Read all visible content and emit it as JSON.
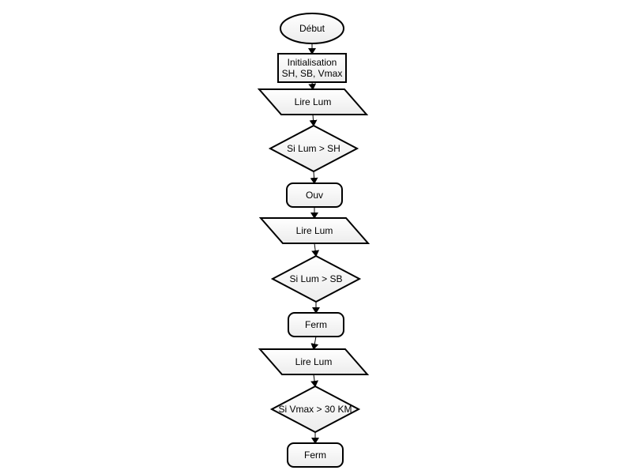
{
  "diagram": {
    "type": "flowchart",
    "colors": {
      "stroke": "#000000",
      "fill_light": "#ffffff",
      "fill_gradient_end": "#ececec",
      "text": "#000000"
    },
    "nodes": [
      {
        "id": "debut",
        "shape": "ellipse",
        "lines": [
          "Début"
        ]
      },
      {
        "id": "init",
        "shape": "rectangle",
        "lines": [
          "Initialisation",
          "SH, SB, Vmax"
        ]
      },
      {
        "id": "lire1",
        "shape": "parallelogram",
        "lines": [
          "Lire Lum"
        ]
      },
      {
        "id": "si1",
        "shape": "diamond",
        "lines": [
          "Si Lum > SH"
        ]
      },
      {
        "id": "ouv",
        "shape": "rounded-rectangle",
        "lines": [
          "Ouv"
        ]
      },
      {
        "id": "lire2",
        "shape": "parallelogram",
        "lines": [
          "Lire Lum"
        ]
      },
      {
        "id": "si2",
        "shape": "diamond",
        "lines": [
          "Si Lum > SB"
        ]
      },
      {
        "id": "ferm1",
        "shape": "rounded-rectangle",
        "lines": [
          "Ferm"
        ]
      },
      {
        "id": "lire3",
        "shape": "parallelogram",
        "lines": [
          "Lire Lum"
        ]
      },
      {
        "id": "si3",
        "shape": "diamond",
        "lines": [
          "Si Vmax > 30 KM"
        ]
      },
      {
        "id": "ferm2",
        "shape": "rounded-rectangle",
        "lines": [
          "Ferm"
        ]
      }
    ],
    "edges": [
      {
        "from": "debut",
        "to": "init"
      },
      {
        "from": "init",
        "to": "lire1"
      },
      {
        "from": "lire1",
        "to": "si1"
      },
      {
        "from": "si1",
        "to": "ouv"
      },
      {
        "from": "ouv",
        "to": "lire2"
      },
      {
        "from": "lire2",
        "to": "si2"
      },
      {
        "from": "si2",
        "to": "ferm1"
      },
      {
        "from": "ferm1",
        "to": "lire3"
      },
      {
        "from": "lire3",
        "to": "si3"
      },
      {
        "from": "si3",
        "to": "ferm2"
      }
    ]
  }
}
